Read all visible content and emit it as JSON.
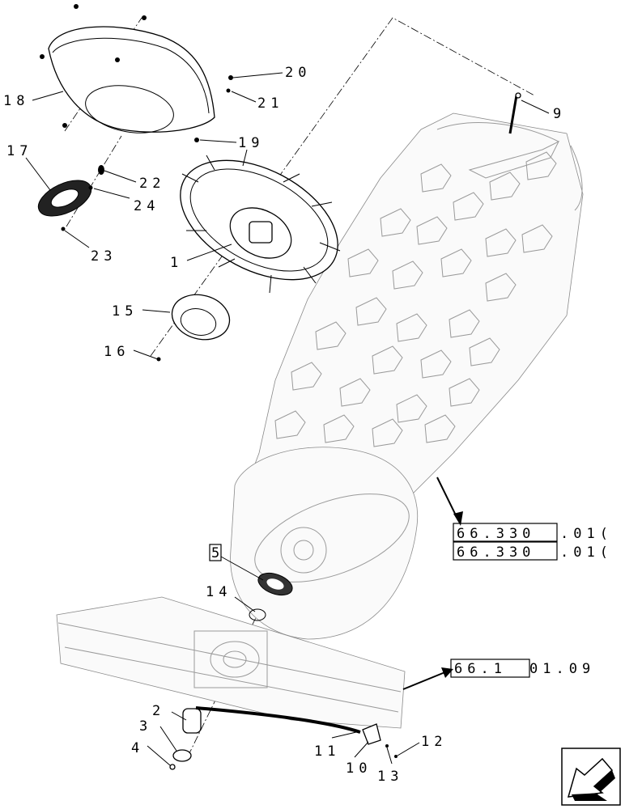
{
  "callouts": {
    "c1": "1",
    "c2": "2",
    "c3": "3",
    "c4": "4",
    "c5": "5",
    "c9": "9",
    "c10": "10",
    "c11": "11",
    "c12": "12",
    "c13": "13",
    "c14": "14",
    "c15": "15",
    "c16": "16",
    "c17": "17",
    "c18": "18",
    "c19": "19",
    "c20": "20",
    "c21": "21",
    "c22": "22",
    "c23": "23",
    "c24": "24"
  },
  "references": {
    "ref1_box": "66.330",
    "ref1_tail": ".01(",
    "ref2_box": "66.330",
    "ref2_tail": ".01(",
    "ref3_box": "66.1",
    "ref3_tail": "01.09"
  },
  "nav": {
    "icon": "previous-page-arrow-icon"
  }
}
